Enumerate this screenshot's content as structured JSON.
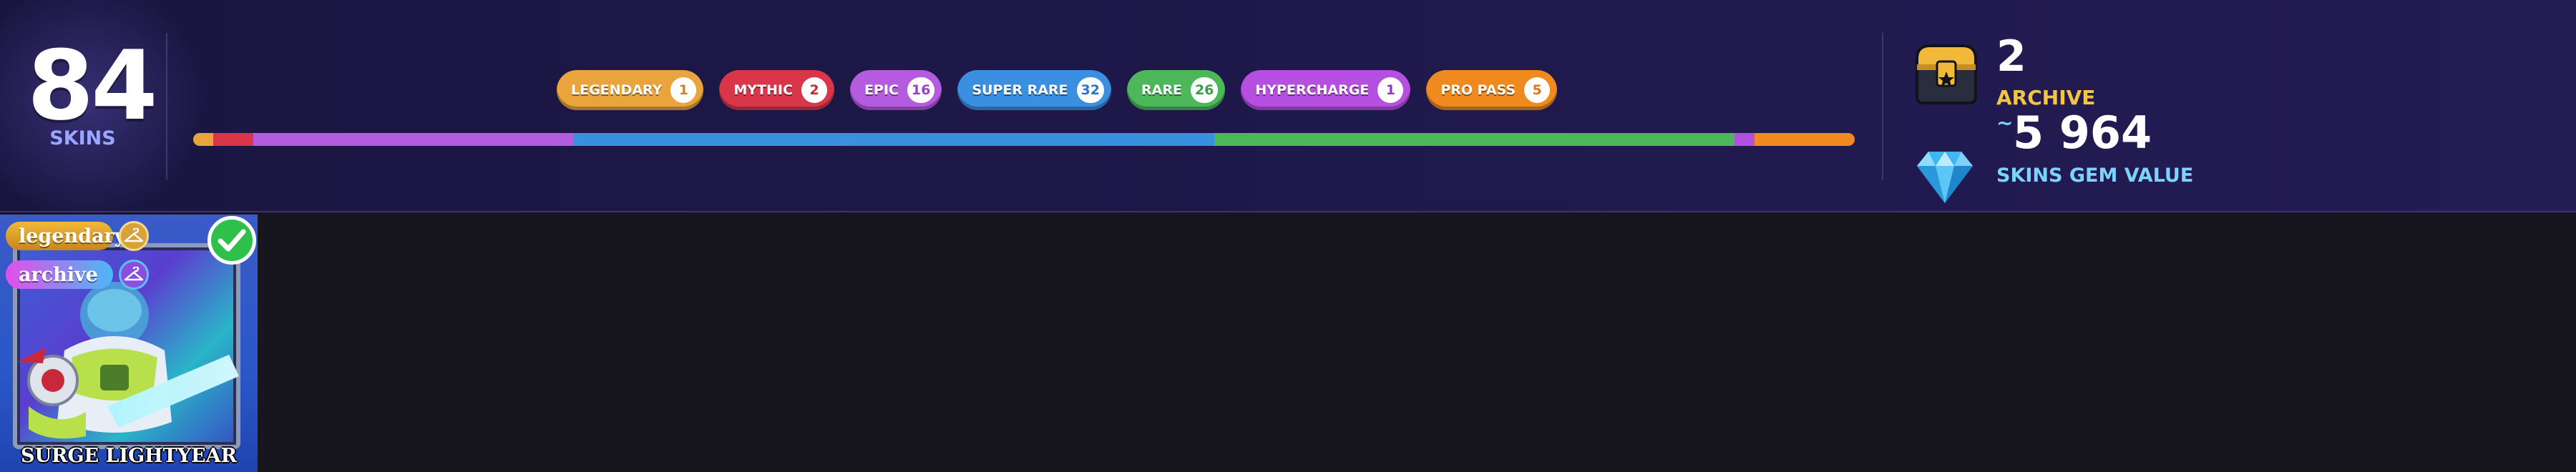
{
  "summary": {
    "skins_count": "84",
    "skins_label": "SKINS"
  },
  "rarities": [
    {
      "label": "LEGENDARY",
      "count": "1",
      "color": "#e9a43b",
      "count_color": "#c28a2a",
      "share": 1
    },
    {
      "label": "MYTHIC",
      "count": "2",
      "color": "#d9364a",
      "count_color": "#c8283c",
      "share": 2
    },
    {
      "label": "EPIC",
      "count": "16",
      "color": "#b45be0",
      "count_color": "#9a3fd0",
      "share": 16
    },
    {
      "label": "SUPER RARE",
      "count": "32",
      "color": "#3b8fe0",
      "count_color": "#2a77c9",
      "share": 32
    },
    {
      "label": "RARE",
      "count": "26",
      "color": "#4cb85a",
      "count_color": "#3a9e47",
      "share": 26
    },
    {
      "label": "HYPERCHARGE",
      "count": "1",
      "color": "#b44fe0",
      "count_color": "#9637c9",
      "share": 1
    },
    {
      "label": "PRO PASS",
      "count": "5",
      "color": "#f08a1f",
      "count_color": "#d9761a",
      "share": 5
    }
  ],
  "stats": {
    "archive_count": "2",
    "archive_label": "ARCHIVE",
    "approx_symbol": "~",
    "gem_value": "5 964",
    "gem_label": "SKINS GEM VALUE"
  },
  "skin_cards": [
    {
      "name": "SURGE LIGHTYEAR",
      "rarity_tag": "legendary",
      "status_tag": "archive",
      "owned": true,
      "icons": [
        "hanger-icon",
        "hanger-icon",
        "checkmark-icon"
      ]
    }
  ],
  "colors": {
    "header_bg": "#1d1848",
    "page_bg": "#17161f",
    "archive_accent": "#f4c542",
    "gem_accent": "#7bd4ff"
  }
}
